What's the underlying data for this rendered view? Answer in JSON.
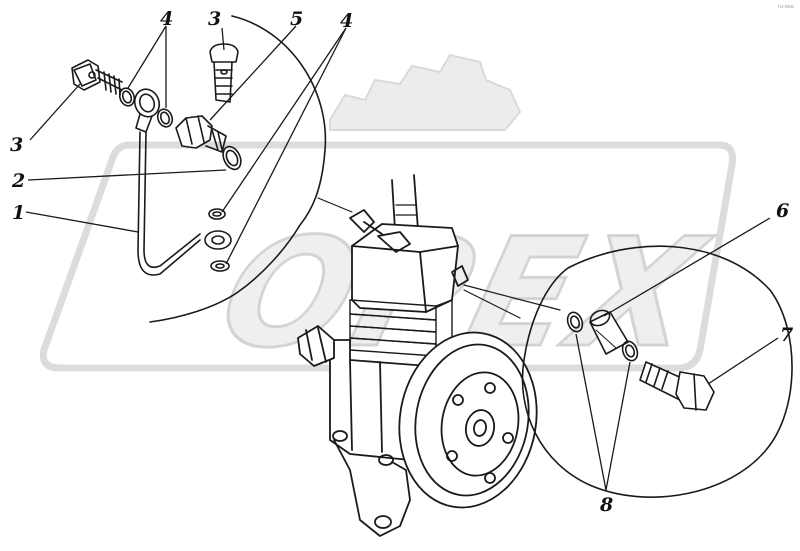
{
  "figure": {
    "callouts": [
      {
        "id": "c3-left",
        "label": "3"
      },
      {
        "id": "c4-top-left",
        "label": "4"
      },
      {
        "id": "c3-top",
        "label": "3"
      },
      {
        "id": "c5",
        "label": "5"
      },
      {
        "id": "c4-top-right",
        "label": "4"
      },
      {
        "id": "c2",
        "label": "2"
      },
      {
        "id": "c1",
        "label": "1"
      },
      {
        "id": "c6",
        "label": "6"
      },
      {
        "id": "c7",
        "label": "7"
      },
      {
        "id": "c8",
        "label": "8"
      }
    ],
    "watermark_text": "OPEX",
    "corner_tag": "ru-ooo",
    "colors": {
      "line": "#1a1a1a",
      "watermark_fill": "#e9e9e9",
      "watermark_stroke": "#d6d6d6",
      "background": "#ffffff"
    }
  }
}
